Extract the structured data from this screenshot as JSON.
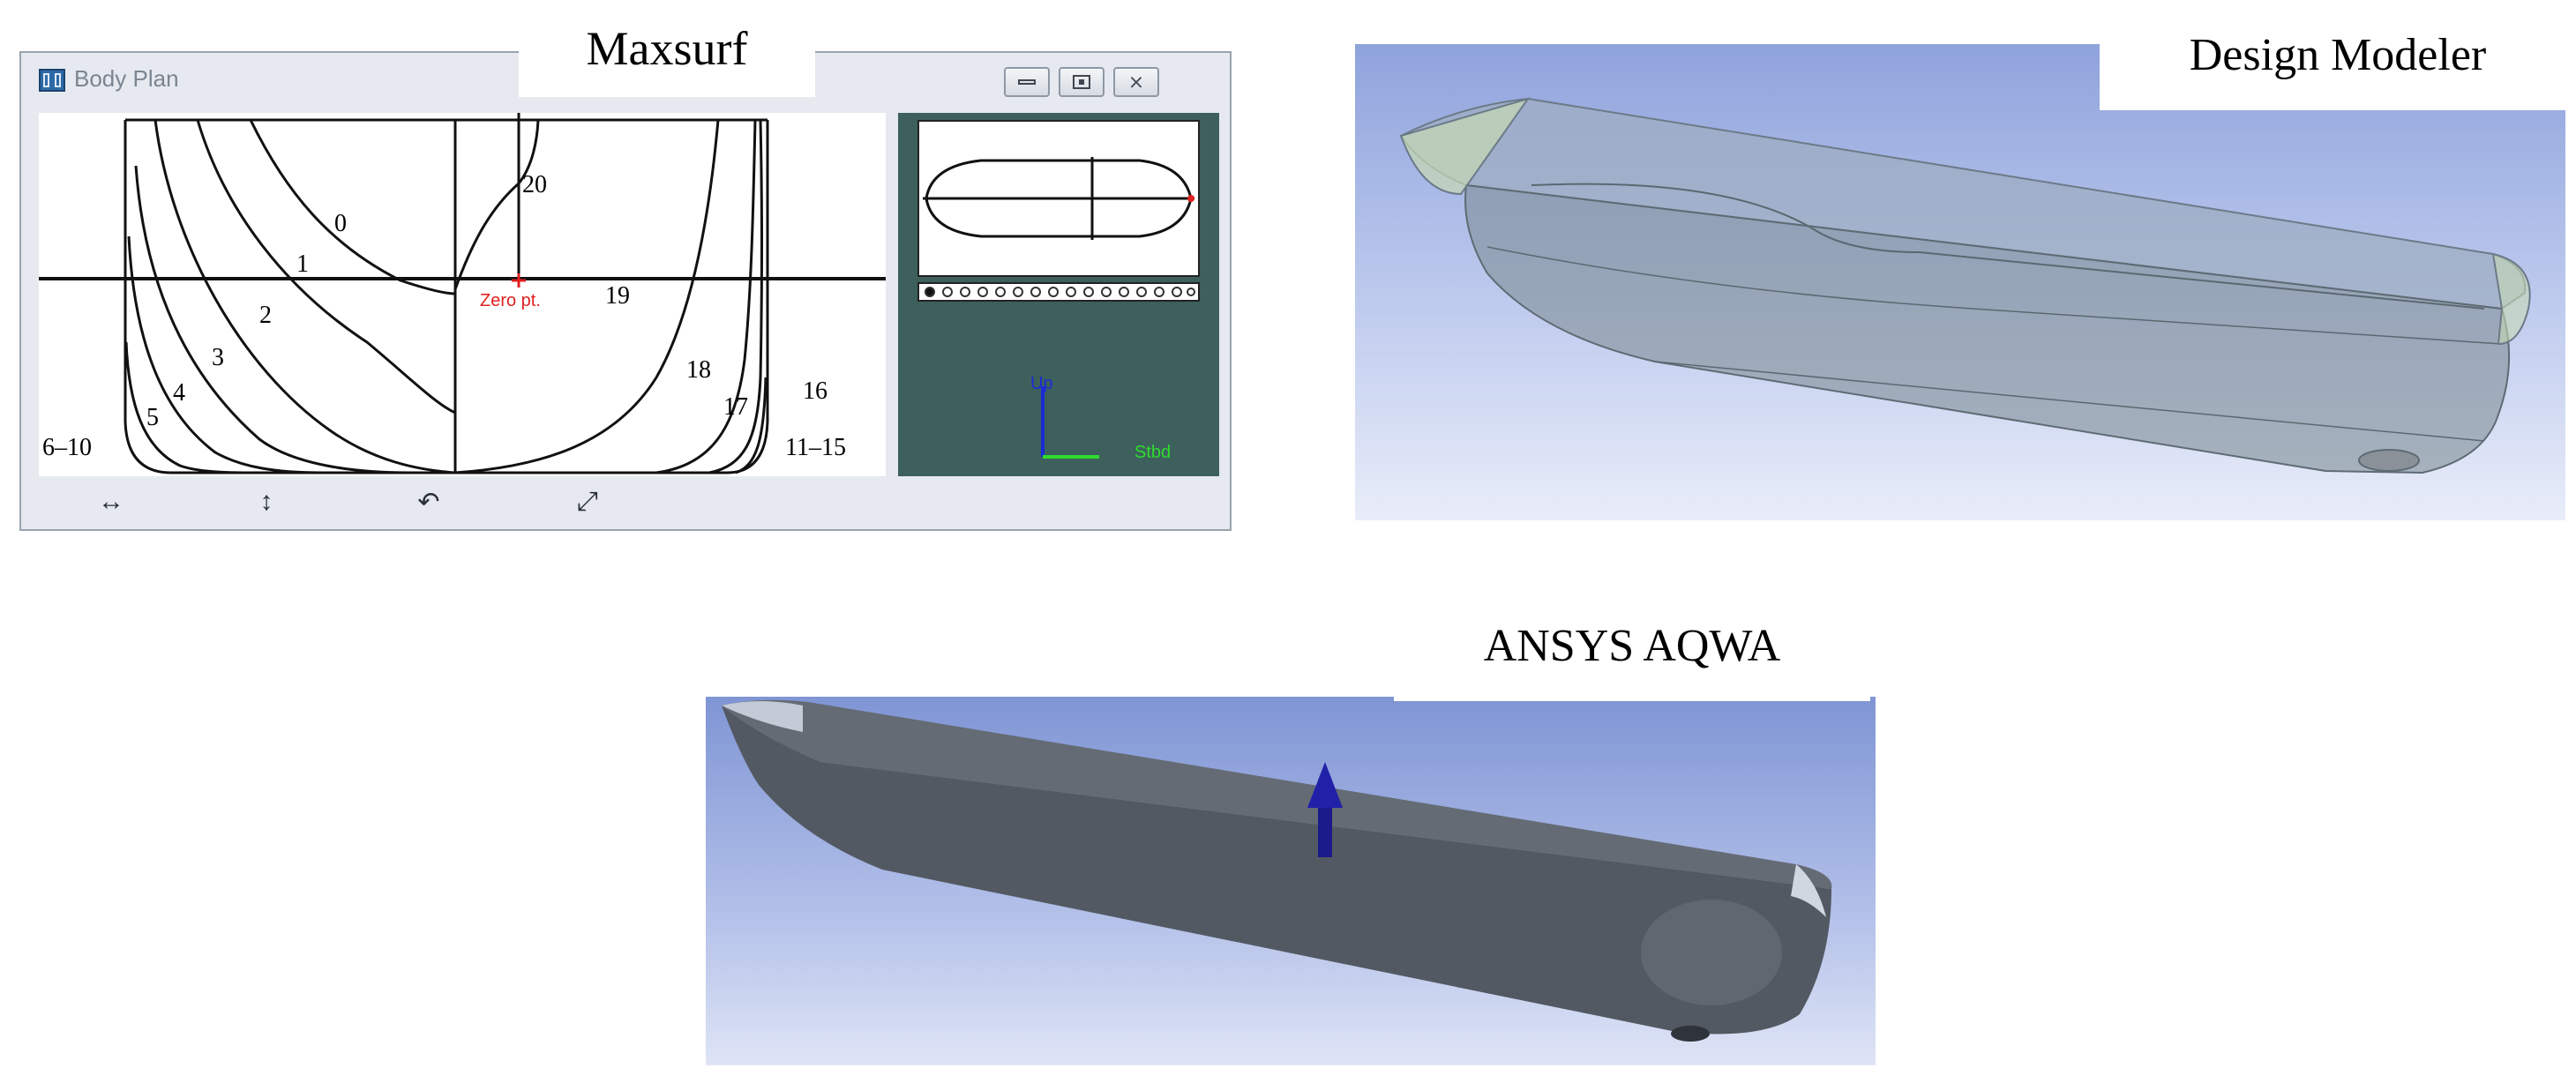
{
  "labels": {
    "maxsurf": "Maxsurf",
    "design_modeler": "Design Modeler",
    "ansys_aqwa": "ANSYS AQWA"
  },
  "window": {
    "title": "Body Plan",
    "buttons": {
      "minimize": "minimize",
      "maximize": "maximize",
      "close": "close"
    }
  },
  "body_plan": {
    "stations": [
      "0",
      "1",
      "2",
      "3",
      "4",
      "5",
      "6–10",
      "20",
      "19",
      "18",
      "17",
      "16",
      "11–15"
    ],
    "zero_point": "Zero pt."
  },
  "axes": {
    "up": "Up",
    "stbd": "Stbd"
  },
  "toolbar": {
    "pan_horizontal": "↔",
    "pan_vertical": "↕",
    "rotate": "↶",
    "zoom": "⤢"
  },
  "colors": {
    "panel_bg": "#3d605c",
    "up_axis": "#1a2bd6",
    "stbd_axis": "#2edc2e",
    "zero_pt": "#e02020",
    "hull_grey": "#4f5660"
  }
}
